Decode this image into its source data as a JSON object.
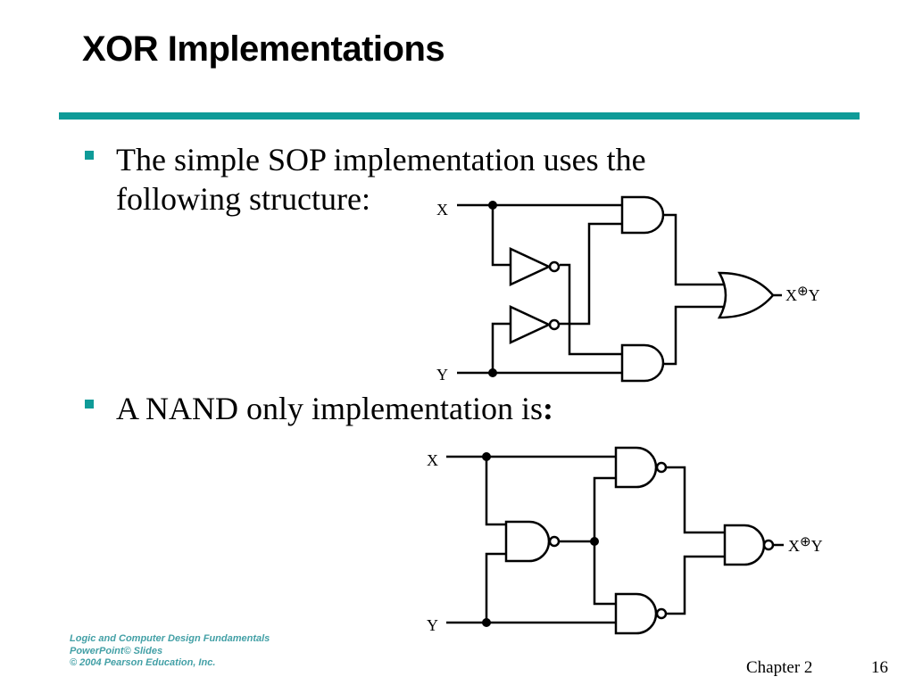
{
  "slide": {
    "title": "XOR Implementations",
    "accent_color": "#0f9b98",
    "bullets": [
      {
        "line1": "The simple SOP implementation uses the",
        "line2": "following structure:"
      },
      {
        "text": "A NAND only implementation is",
        "suffix": ":"
      }
    ]
  },
  "diagram_sop": {
    "input_x": "X",
    "input_y": "Y",
    "output": "X",
    "output_op": "⊕",
    "output_y": "Y"
  },
  "diagram_nand": {
    "input_x": "X",
    "input_y": "Y",
    "output": "X",
    "output_op": "⊕",
    "output_y": "Y"
  },
  "footer": {
    "line1": "Logic and Computer Design Fundamentals",
    "line2": "PowerPoint© Slides",
    "line3": "© 2004 Pearson Education, Inc.",
    "chapter": "Chapter 2",
    "page": "16"
  }
}
